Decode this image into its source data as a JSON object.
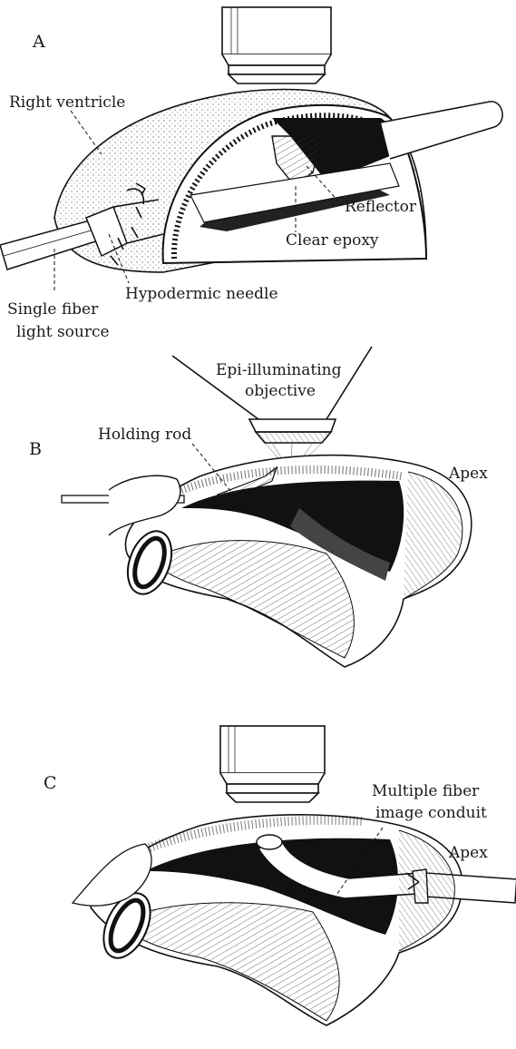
{
  "figure": {
    "panels": [
      {
        "letter": "A",
        "labels": {
          "right_ventricle": "Right ventricle",
          "reflector": "Reflector",
          "clear_epoxy": "Clear epoxy",
          "hypodermic_needle": "Hypodermic needle",
          "single_fiber_line1": "Single fiber",
          "single_fiber_line2": "light source"
        }
      },
      {
        "letter": "B",
        "labels": {
          "epi_line1": "Epi-illuminating",
          "epi_line2": "objective",
          "holding_rod": "Holding rod",
          "apex": "Apex"
        }
      },
      {
        "letter": "C",
        "labels": {
          "multi_line1": "Multiple fiber",
          "multi_line2": "image conduit",
          "apex": "Apex"
        }
      }
    ]
  }
}
